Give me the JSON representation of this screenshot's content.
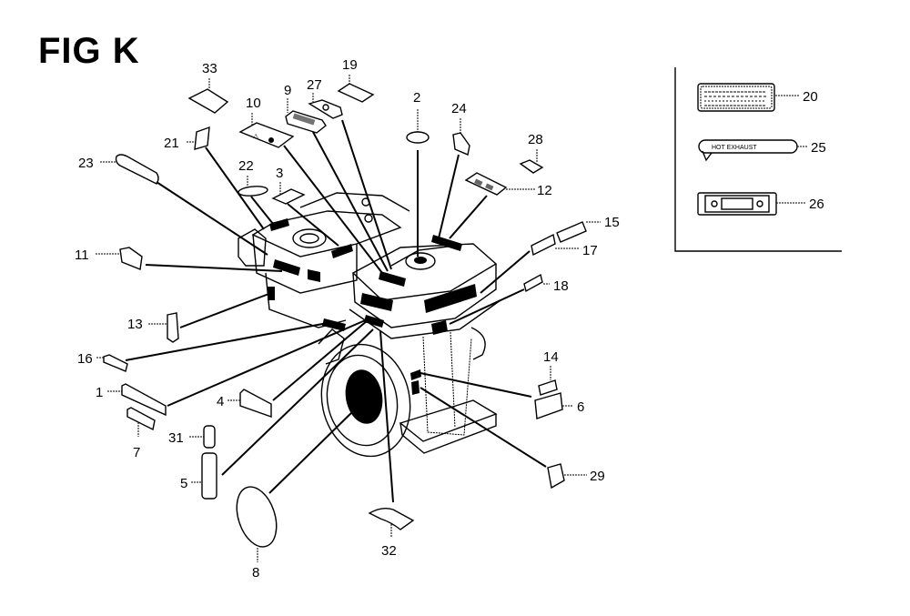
{
  "figure": {
    "title": "FIG K",
    "description": "Engine decal / label exploded-view diagram"
  },
  "callouts": [
    {
      "id": "33",
      "label": "33"
    },
    {
      "id": "10",
      "label": "10"
    },
    {
      "id": "9",
      "label": "9"
    },
    {
      "id": "27",
      "label": "27"
    },
    {
      "id": "19",
      "label": "19"
    },
    {
      "id": "2",
      "label": "2"
    },
    {
      "id": "24",
      "label": "24"
    },
    {
      "id": "28",
      "label": "28"
    },
    {
      "id": "21",
      "label": "21"
    },
    {
      "id": "23",
      "label": "23"
    },
    {
      "id": "22",
      "label": "22"
    },
    {
      "id": "3",
      "label": "3"
    },
    {
      "id": "12",
      "label": "12"
    },
    {
      "id": "15",
      "label": "15"
    },
    {
      "id": "17",
      "label": "17"
    },
    {
      "id": "11",
      "label": "11"
    },
    {
      "id": "18",
      "label": "18"
    },
    {
      "id": "13",
      "label": "13"
    },
    {
      "id": "16",
      "label": "16"
    },
    {
      "id": "14",
      "label": "14"
    },
    {
      "id": "1",
      "label": "1"
    },
    {
      "id": "4",
      "label": "4"
    },
    {
      "id": "6",
      "label": "6"
    },
    {
      "id": "7",
      "label": "7"
    },
    {
      "id": "31",
      "label": "31"
    },
    {
      "id": "29",
      "label": "29"
    },
    {
      "id": "5",
      "label": "5"
    },
    {
      "id": "32",
      "label": "32"
    },
    {
      "id": "8",
      "label": "8"
    }
  ],
  "inset": {
    "items": [
      {
        "id": "20",
        "label": "20"
      },
      {
        "id": "25",
        "label": "25",
        "decal_text": "HOT EXHAUST"
      },
      {
        "id": "26",
        "label": "26"
      }
    ]
  }
}
